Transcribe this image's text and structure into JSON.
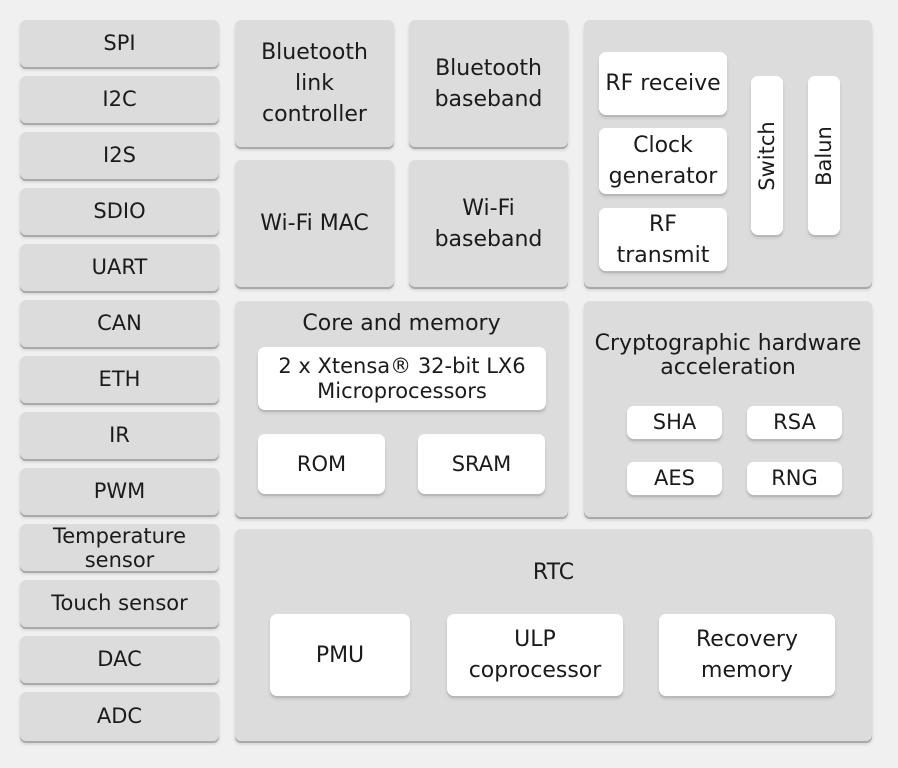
{
  "peripherals": [
    "SPI",
    "I2C",
    "I2S",
    "SDIO",
    "UART",
    "CAN",
    "ETH",
    "IR",
    "PWM",
    "Temperature\nsensor",
    "Touch sensor",
    "DAC",
    "ADC"
  ],
  "bluetooth_link_controller": "Bluetooth\nlink\ncontroller",
  "bluetooth_baseband": "Bluetooth\nbaseband",
  "wifi_mac": "Wi-Fi MAC",
  "wifi_baseband": "Wi-Fi\nbaseband",
  "rf": {
    "receive": "RF receive",
    "clock": "Clock\ngenerator",
    "transmit": "RF\ntransmit",
    "switch": "Switch",
    "balun": "Balun"
  },
  "core": {
    "title": "Core and memory",
    "cpu": "2 x Xtensa® 32-bit LX6\nMicroprocessors",
    "rom": "ROM",
    "sram": "SRAM"
  },
  "crypto": {
    "title": "Cryptographic hardware\nacceleration",
    "sha": "SHA",
    "rsa": "RSA",
    "aes": "AES",
    "rng": "RNG"
  },
  "rtc": {
    "title": "RTC",
    "pmu": "PMU",
    "ulp": "ULP\ncoprocessor",
    "recovery": "Recovery\nmemory"
  }
}
